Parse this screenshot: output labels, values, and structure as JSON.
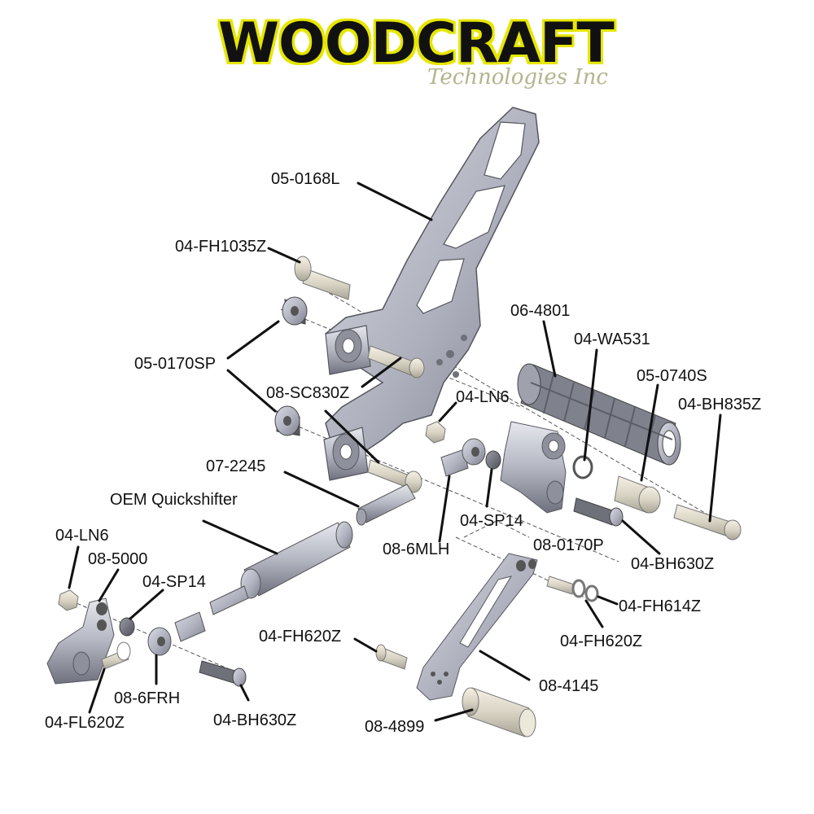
{
  "logo": {
    "brand": "WOODCRAFT",
    "tagline": "Technologies Inc",
    "brand_color": "#e6e600",
    "tagline_color": "#b5b48d"
  },
  "parts": {
    "rearset_bracket": "05-0168L",
    "bolt_fh1035z": "04-FH1035Z",
    "spacer_05_0170sp": "05-0170SP",
    "screw_08_sc830z": "08-SC830Z",
    "rod_07_2245": "07-2245",
    "quickshifter": "OEM Quickshifter",
    "nut_ln6_left": "04-LN6",
    "arm_08_5000": "08-5000",
    "spacer_sp14_left": "04-SP14",
    "rod_end_08_6frh": "08-6FRH",
    "bolt_fl620z": "04-FL620Z",
    "bolt_bh630z_left": "04-BH630Z",
    "grip_06_4801": "06-4801",
    "washer_wa531": "04-WA531",
    "nut_ln6_right": "04-LN6",
    "spacer_05_0740s": "05-0740S",
    "bolt_bh835z": "04-BH835Z",
    "spacer_sp14_right": "04-SP14",
    "rod_end_08_6mlh": "08-6MLH",
    "pivot_08_0170p": "08-0170P",
    "bolt_bh630z_right": "04-BH630Z",
    "bolt_fh614z": "04-FH614Z",
    "bolt_fh620z_right": "04-FH620Z",
    "bolt_fh620z_left": "04-FH620Z",
    "lever_08_4145": "08-4145",
    "peg_08_4899": "08-4899"
  }
}
